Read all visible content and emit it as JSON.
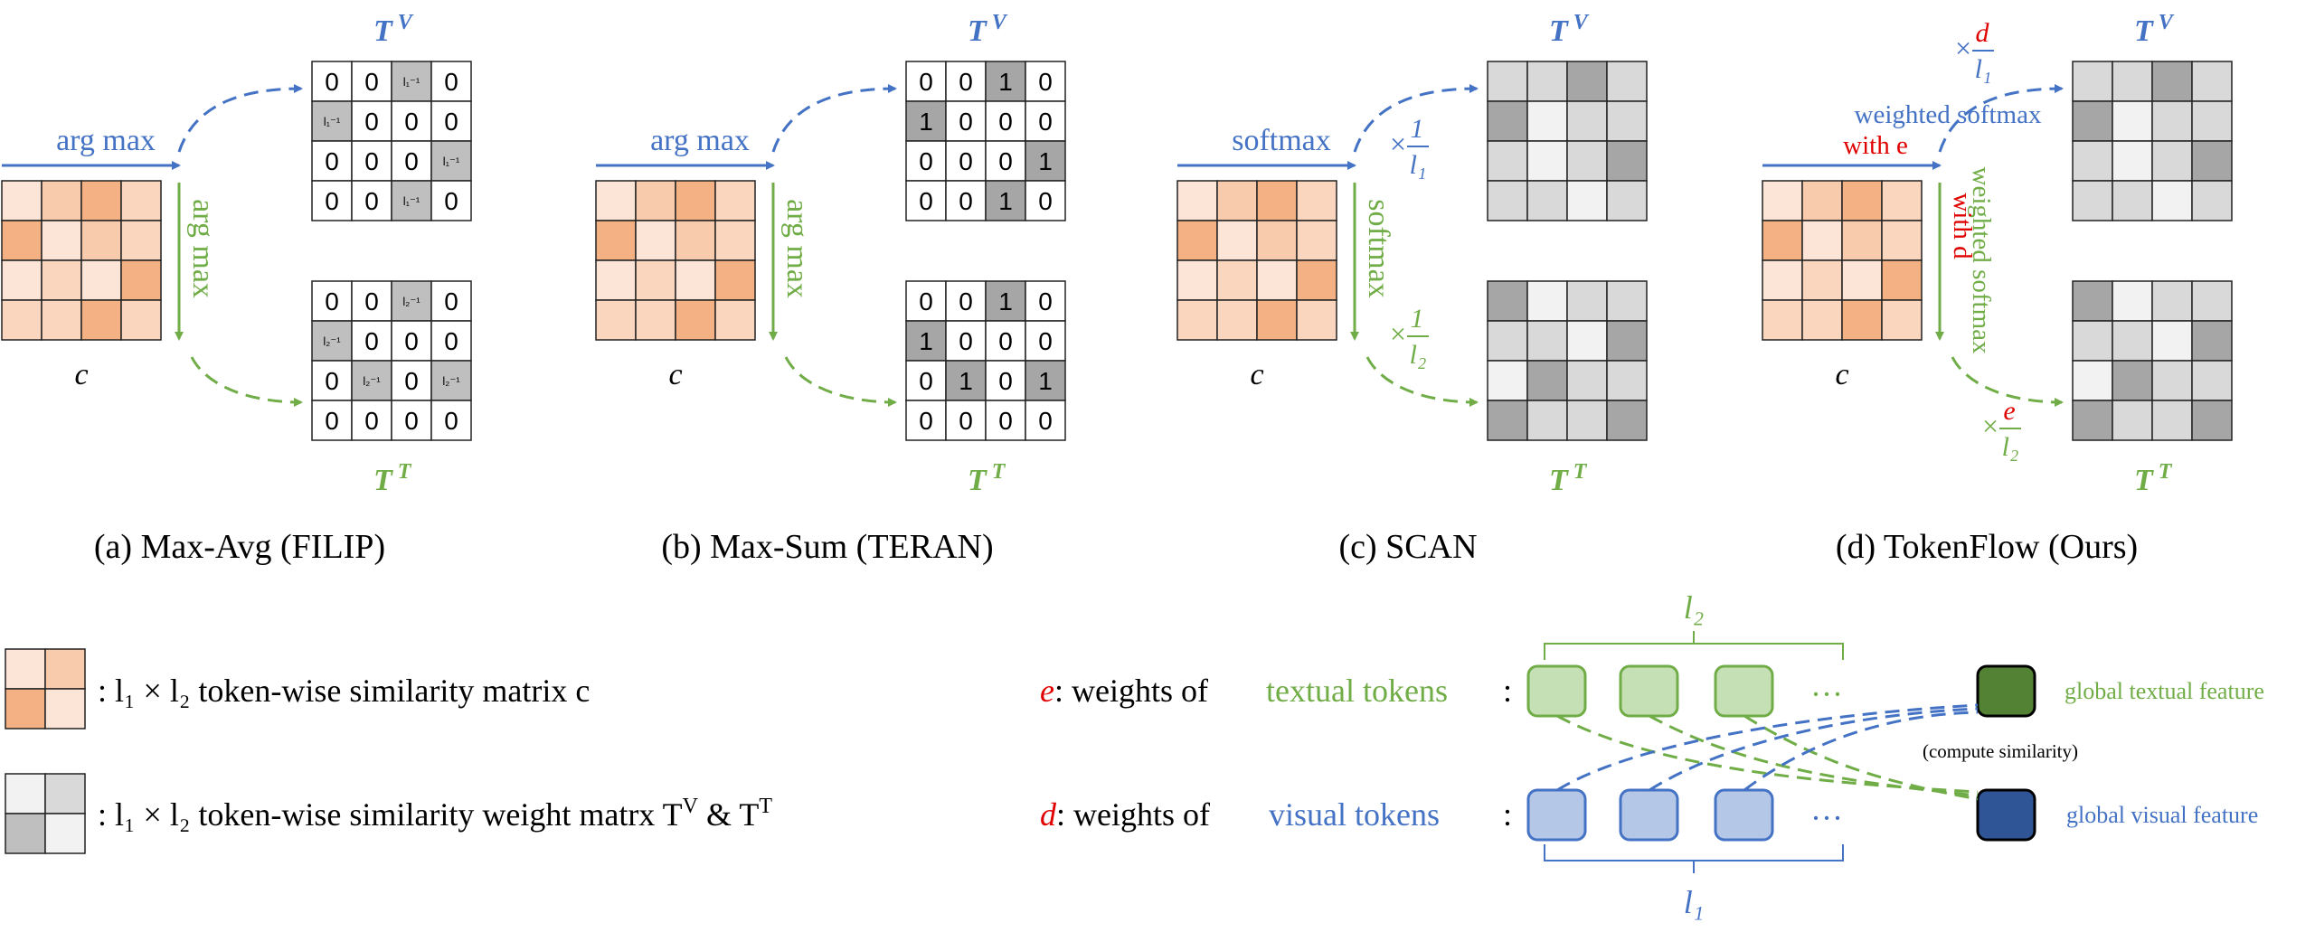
{
  "colors": {
    "blue": "#4472C4",
    "green": "#70AD47",
    "red": "#E00000",
    "black": "#000000",
    "grid_stroke": "#222222",
    "dark_green_box": "#548235",
    "dark_blue_box": "#2F5597",
    "light_green_box": "#C5E0B4",
    "light_blue_box": "#B4C7E7"
  },
  "orange_palette": [
    "#FCE4D6",
    "#F8CBAD",
    "#F4B183",
    "#FBD6BF"
  ],
  "gray_palette": [
    "#FFFFFF",
    "#F2F2F2",
    "#D9D9D9",
    "#BFBFBF",
    "#A6A6A6"
  ],
  "panels": [
    {
      "id": "a",
      "caption": "(a) Max-Avg (FILIP)",
      "c_label": "c",
      "tv_label": "T",
      "tv_sup": "V",
      "tt_label": "T",
      "tt_sup": "T",
      "horizontal_op": "arg max",
      "vertical_op": "arg max",
      "c_matrix": [
        [
          0,
          1,
          2,
          3
        ],
        [
          2,
          0,
          1,
          3
        ],
        [
          0,
          3,
          0,
          2
        ],
        [
          3,
          3,
          2,
          3
        ]
      ],
      "tv_text": [
        [
          "0",
          "0",
          "l₁⁻¹",
          "0"
        ],
        [
          "l₁⁻¹",
          "0",
          "0",
          "0"
        ],
        [
          "0",
          "0",
          "0",
          "l₁⁻¹"
        ],
        [
          "0",
          "0",
          "l₁⁻¹",
          "0"
        ]
      ],
      "tt_text": [
        [
          "0",
          "0",
          "l₂⁻¹",
          "0"
        ],
        [
          "l₂⁻¹",
          "0",
          "0",
          "0"
        ],
        [
          "0",
          "l₂⁻¹",
          "0",
          "l₂⁻¹"
        ],
        [
          "0",
          "0",
          "0",
          "0"
        ]
      ],
      "tv_shade": [
        [
          0,
          0,
          3,
          0
        ],
        [
          3,
          0,
          0,
          0
        ],
        [
          0,
          0,
          0,
          3
        ],
        [
          0,
          0,
          3,
          0
        ]
      ],
      "tt_shade": [
        [
          0,
          0,
          3,
          0
        ],
        [
          3,
          0,
          0,
          0
        ],
        [
          0,
          3,
          0,
          3
        ],
        [
          0,
          0,
          0,
          0
        ]
      ]
    },
    {
      "id": "b",
      "caption": "(b) Max-Sum (TERAN)",
      "c_label": "c",
      "tv_label": "T",
      "tv_sup": "V",
      "tt_label": "T",
      "tt_sup": "T",
      "horizontal_op": "arg max",
      "vertical_op": "arg max",
      "c_matrix": [
        [
          0,
          1,
          2,
          3
        ],
        [
          2,
          0,
          1,
          3
        ],
        [
          0,
          3,
          0,
          2
        ],
        [
          3,
          3,
          2,
          3
        ]
      ],
      "tv_text": [
        [
          "0",
          "0",
          "1",
          "0"
        ],
        [
          "1",
          "0",
          "0",
          "0"
        ],
        [
          "0",
          "0",
          "0",
          "1"
        ],
        [
          "0",
          "0",
          "1",
          "0"
        ]
      ],
      "tt_text": [
        [
          "0",
          "0",
          "1",
          "0"
        ],
        [
          "1",
          "0",
          "0",
          "0"
        ],
        [
          "0",
          "1",
          "0",
          "1"
        ],
        [
          "0",
          "0",
          "0",
          "0"
        ]
      ],
      "tv_shade": [
        [
          0,
          0,
          4,
          0
        ],
        [
          4,
          0,
          0,
          0
        ],
        [
          0,
          0,
          0,
          4
        ],
        [
          0,
          0,
          4,
          0
        ]
      ],
      "tt_shade": [
        [
          0,
          0,
          4,
          0
        ],
        [
          4,
          0,
          0,
          0
        ],
        [
          0,
          4,
          0,
          4
        ],
        [
          0,
          0,
          0,
          0
        ]
      ]
    },
    {
      "id": "c",
      "caption": "(c) SCAN",
      "c_label": "c",
      "tv_label": "T",
      "tv_sup": "V",
      "tt_label": "T",
      "tt_sup": "T",
      "horizontal_op": "softmax",
      "vertical_op": "softmax",
      "scale_v_prefix": "×",
      "scale_v_num": "1",
      "scale_v_den": "l₁",
      "scale_t_prefix": "×",
      "scale_t_num": "1",
      "scale_t_den": "l₂",
      "c_matrix": [
        [
          0,
          1,
          2,
          3
        ],
        [
          2,
          0,
          1,
          3
        ],
        [
          0,
          3,
          0,
          2
        ],
        [
          3,
          3,
          2,
          3
        ]
      ],
      "tv_shade": [
        [
          2,
          2,
          4,
          2
        ],
        [
          4,
          1,
          2,
          2
        ],
        [
          2,
          1,
          2,
          4
        ],
        [
          2,
          2,
          1,
          2
        ]
      ],
      "tt_shade": [
        [
          4,
          1,
          2,
          2
        ],
        [
          2,
          2,
          1,
          4
        ],
        [
          1,
          4,
          2,
          2
        ],
        [
          4,
          2,
          2,
          4
        ]
      ]
    },
    {
      "id": "d",
      "caption": "(d) TokenFlow (Ours)",
      "c_label": "c",
      "tv_label": "T",
      "tv_sup": "V",
      "tt_label": "T",
      "tt_sup": "T",
      "horizontal_op": "weighted softmax",
      "horizontal_with": "with e",
      "vertical_op": "weighted softmax",
      "vertical_with": "with d",
      "scale_v_prefix": "×",
      "scale_v_num": "d",
      "scale_v_den": "l₁",
      "scale_t_prefix": "×",
      "scale_t_num": "e",
      "scale_t_den": "l₂",
      "c_matrix": [
        [
          0,
          1,
          2,
          3
        ],
        [
          2,
          0,
          1,
          3
        ],
        [
          0,
          3,
          0,
          2
        ],
        [
          3,
          3,
          2,
          3
        ]
      ],
      "tv_shade": [
        [
          2,
          2,
          4,
          2
        ],
        [
          4,
          1,
          2,
          2
        ],
        [
          2,
          1,
          2,
          4
        ],
        [
          2,
          2,
          1,
          2
        ]
      ],
      "tt_shade": [
        [
          4,
          1,
          2,
          2
        ],
        [
          2,
          2,
          1,
          4
        ],
        [
          1,
          4,
          2,
          2
        ],
        [
          4,
          2,
          2,
          4
        ]
      ]
    }
  ],
  "legend": {
    "orange_text": ": l₁ × l₂ token-wise similarity matrix c",
    "gray_text_main": ": l₁ × l₂ token-wise similarity weight matrx T",
    "gray_text_sup1": "V",
    "gray_text_amp": " & T",
    "gray_text_sup2": "T",
    "e_symbol": "e",
    "e_text": ": weights of",
    "textual_tokens": "textual tokens",
    "colon": ":",
    "d_symbol": "d",
    "d_text": ": weights of",
    "visual_tokens": "visual tokens",
    "ellipsis": "···",
    "l1": "l₁",
    "l2": "l₂",
    "global_textual": "global textual feature",
    "global_visual": "global visual feature",
    "compute_similarity": "(compute similarity)"
  }
}
